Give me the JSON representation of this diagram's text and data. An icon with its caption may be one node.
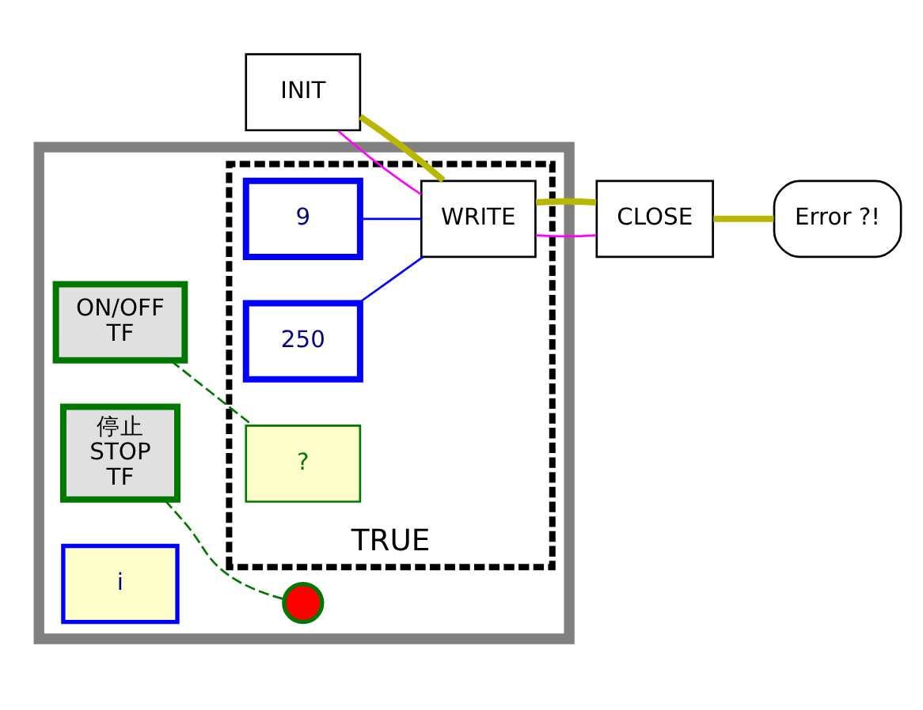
{
  "diagram": {
    "nodes": [
      {
        "text": [],
        "shape": "box"
      },
      {
        "text": [
          "INIT"
        ]
      },
      {
        "text": [
          "TRUE"
        ],
        "in": 0
      },
      {
        "text": [
          "9"
        ],
        "in": 2
      },
      {
        "text": [
          "250"
        ],
        "in": 2
      },
      {
        "text": [
          "WRITE"
        ],
        "in": 2
      },
      {
        "text": [
          "CLOSE"
        ]
      },
      {
        "text": [
          "Error ?!"
        ]
      },
      {
        "text": [
          "ON/OFF",
          "TF"
        ],
        "in": 0
      },
      {
        "text": [
          "?"
        ],
        "in": 2
      },
      {
        "text": [
          "停止",
          "STOP",
          "TF"
        ],
        "in": 0
      },
      {
        "text": [],
        "shape": "circle",
        "in": 0
      },
      {
        "text": [
          "i"
        ],
        "in": 0
      }
    ],
    "edges": [
      {
        "from": 1,
        "to": 5,
        "arrow": "none",
        "color": "#ff00ff"
      },
      {
        "from": 1,
        "to": 5,
        "arrow": "none",
        "style": "thick",
        "color": "#b8b800"
      },
      {
        "from": 3,
        "to": 5,
        "arrow": "none",
        "color": "#0000ff"
      },
      {
        "from": 4,
        "to": 5,
        "arrow": "none",
        "color": "#0000ff"
      },
      {
        "from": 5,
        "to": 6,
        "arrow": "none",
        "color": "#ff00ff"
      },
      {
        "from": 5,
        "to": 6,
        "arrow": "none",
        "style": "thick",
        "color": "#b8b800"
      },
      {
        "from": 6,
        "to": 7,
        "arrow": "none",
        "style": "thick",
        "color": "#b8b800"
      },
      {
        "from": 8,
        "to": 9,
        "arrow": "none",
        "style": "dashed",
        "color": "#007700"
      },
      {
        "from": 10,
        "to": 11,
        "arrow": "none",
        "style": "dashed",
        "color": "#007700"
      }
    ]
  }
}
